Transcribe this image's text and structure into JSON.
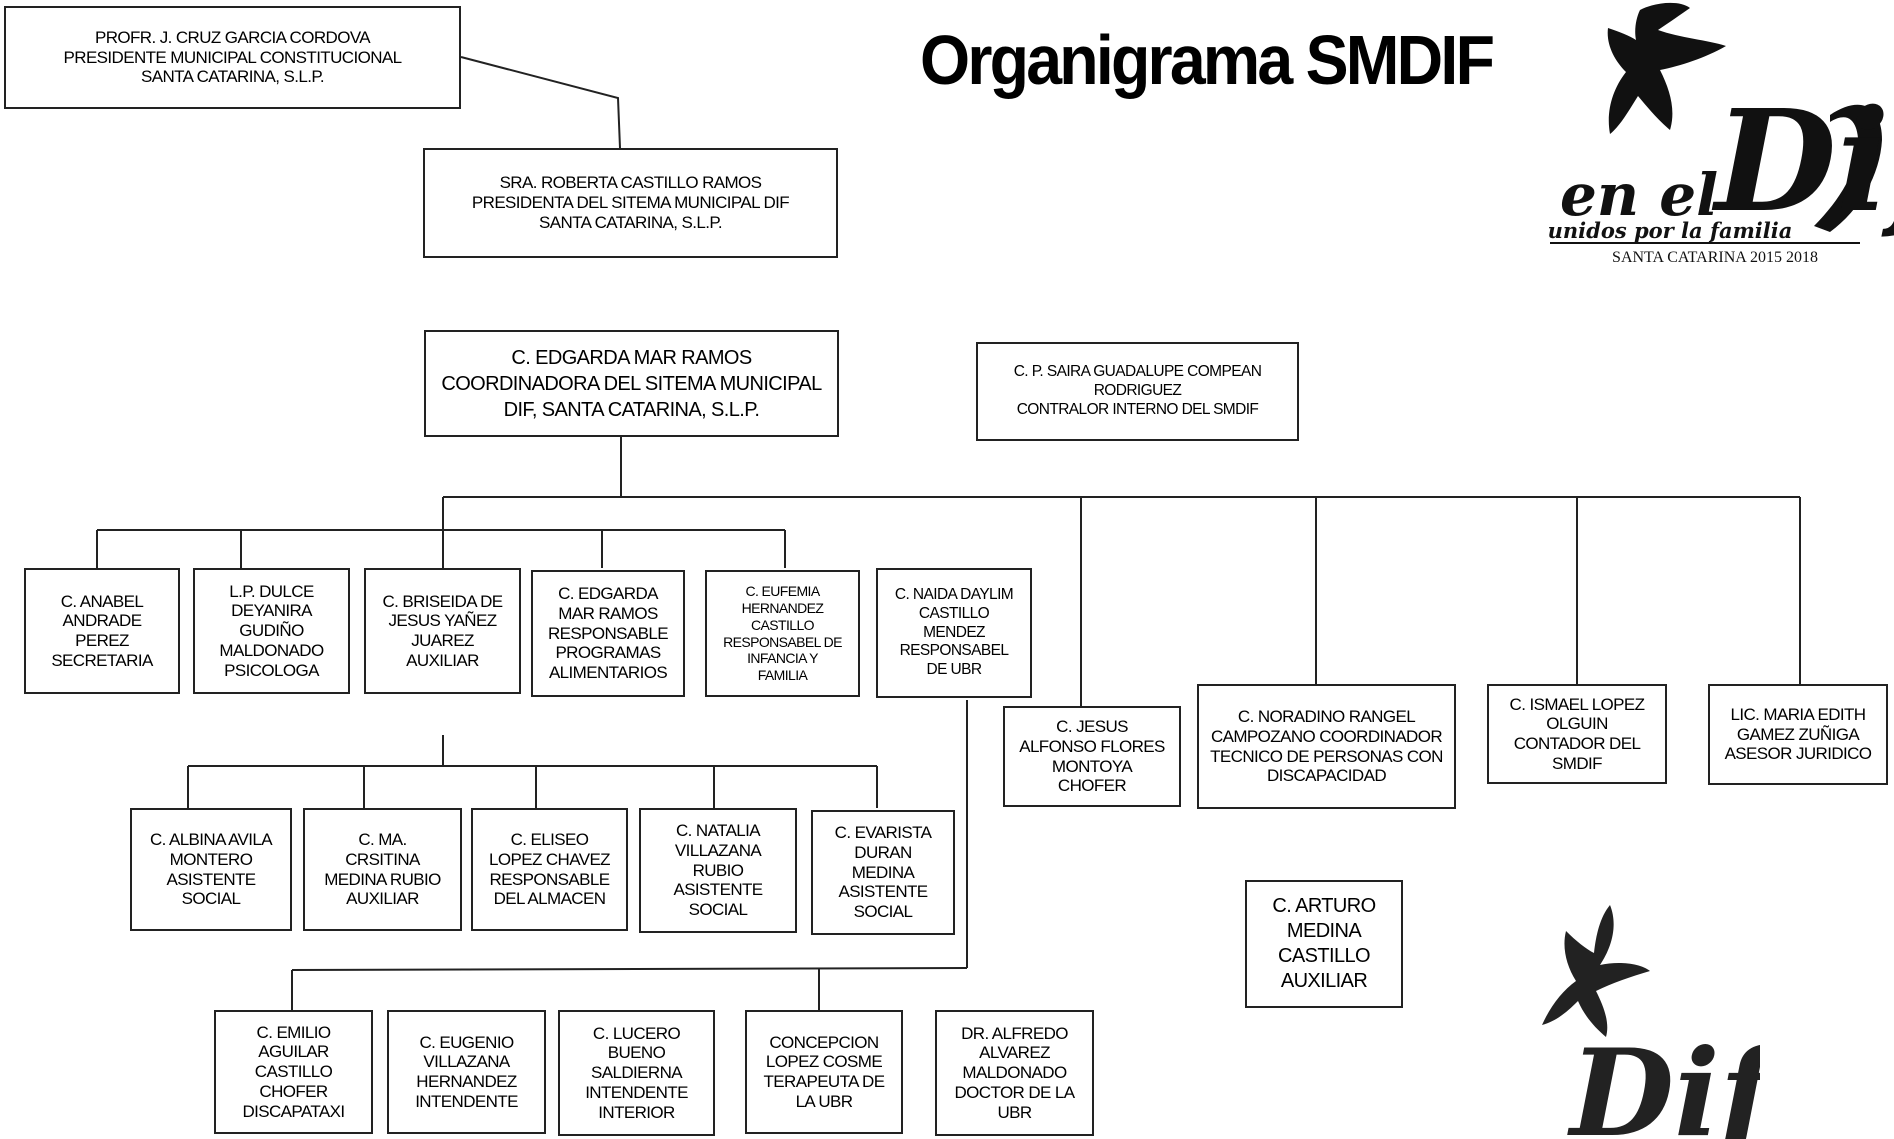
{
  "title": "Organigrama  SMDIF",
  "logo": {
    "en_el": "en el",
    "dif": "Dif",
    "tagline": "unidos por la familia",
    "subtitle": "SANTA CATARINA 2015 2018",
    "bottom_dif": "Dif"
  },
  "nodes": {
    "presidente": [
      "PROFR. J. CRUZ GARCIA CORDOVA",
      "PRESIDENTE MUNICIPAL CONSTITUCIONAL",
      "SANTA CATARINA, S.L.P."
    ],
    "presidenta_dif": [
      "SRA. ROBERTA CASTILLO RAMOS",
      "PRESIDENTA DEL SITEMA MUNICIPAL DIF",
      "SANTA CATARINA, S.L.P."
    ],
    "coordinadora": [
      "C. EDGARDA MAR RAMOS",
      "COORDINADORA DEL SITEMA MUNICIPAL",
      "DIF, SANTA CATARINA, S.L.P."
    ],
    "contralor": [
      "C. P. SAIRA GUADALUPE COMPEAN",
      "RODRIGUEZ",
      "CONTRALOR INTERNO DEL SMDIF"
    ],
    "row1": [
      [
        "C. ANABEL",
        "ANDRADE",
        "PEREZ",
        "SECRETARIA"
      ],
      [
        "L.P. DULCE",
        "DEYANIRA",
        "GUDIÑO",
        "MALDONADO",
        "PSICOLOGA"
      ],
      [
        "C. BRISEIDA DE",
        "JESUS YAÑEZ",
        "JUAREZ",
        "AUXILIAR"
      ],
      [
        "C. EDGARDA",
        "MAR RAMOS",
        "RESPONSABLE",
        "PROGRAMAS",
        "ALIMENTARIOS"
      ],
      [
        "C. EUFEMIA",
        "HERNANDEZ",
        "CASTILLO",
        "RESPONSABEL DE",
        "INFANCIA Y",
        "FAMILIA"
      ],
      [
        "C. NAIDA DAYLIM",
        "CASTILLO",
        "MENDEZ",
        "RESPONSABEL",
        "DE UBR"
      ]
    ],
    "right": [
      [
        "C. JESUS",
        "ALFONSO FLORES",
        "MONTOYA",
        "CHOFER"
      ],
      [
        "C. NORADINO RANGEL",
        "CAMPOZANO COORDINADOR",
        "TECNICO DE PERSONAS CON",
        "DISCAPACIDAD"
      ],
      [
        "C. ISMAEL LOPEZ",
        "OLGUIN",
        "CONTADOR DEL",
        "SMDIF"
      ],
      [
        "LIC. MARIA EDITH",
        "GAMEZ ZUÑIGA",
        "ASESOR JURIDICO"
      ]
    ],
    "auxiliar": [
      "C. ARTURO",
      "MEDINA",
      "CASTILLO",
      "AUXILIAR"
    ],
    "row2": [
      [
        "C. ALBINA AVILA",
        "MONTERO",
        "ASISTENTE",
        "SOCIAL"
      ],
      [
        "C. MA.",
        "CRSITINA",
        "MEDINA  RUBIO",
        "AUXILIAR"
      ],
      [
        "C. ELISEO",
        "LOPEZ CHAVEZ",
        "RESPONSABLE",
        "DEL ALMACEN"
      ],
      [
        "C. NATALIA",
        "VILLAZANA",
        "RUBIO",
        "ASISTENTE",
        "SOCIAL"
      ],
      [
        "C. EVARISTA",
        "DURAN",
        "MEDINA",
        "ASISTENTE",
        "SOCIAL"
      ]
    ],
    "row3": [
      [
        "C. EMILIO",
        "AGUILAR",
        "CASTILLO",
        "CHOFER",
        "DISCAPATAXI"
      ],
      [
        "C. EUGENIO",
        "VILLAZANA",
        "HERNANDEZ",
        "INTENDENTE"
      ],
      [
        "C. LUCERO",
        "BUENO",
        "SALDIERNA",
        "INTENDENTE",
        "INTERIOR"
      ],
      [
        "CONCEPCION",
        "LOPEZ COSME",
        "TERAPEUTA DE",
        "LA UBR"
      ],
      [
        "DR. ALFREDO",
        "ALVAREZ",
        "MALDONADO",
        "DOCTOR DE LA",
        "UBR"
      ]
    ]
  }
}
